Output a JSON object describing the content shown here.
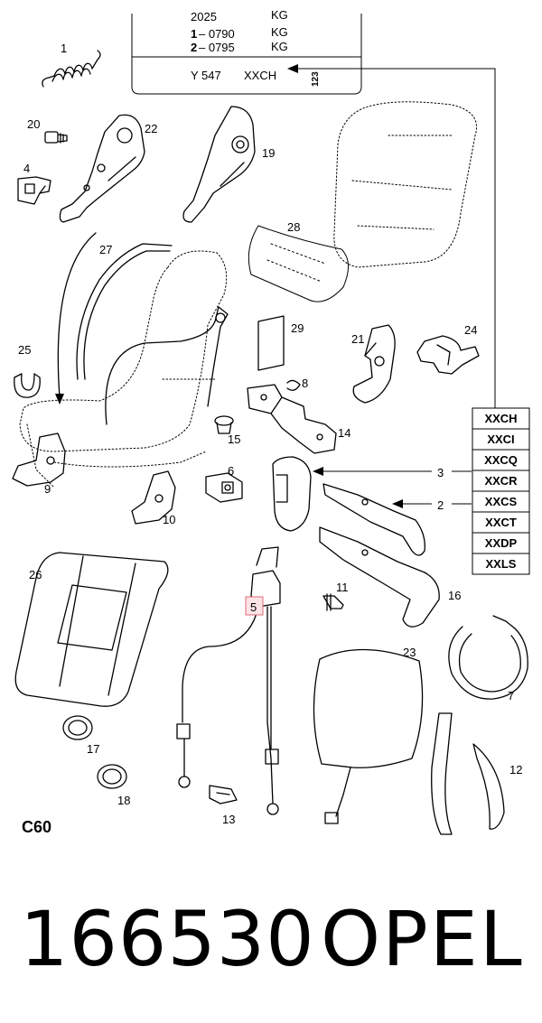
{
  "header_box": {
    "rows": [
      {
        "left": "2025",
        "right": "KG"
      },
      {
        "prefix": "1",
        "left": "– 0790",
        "right": "KG"
      },
      {
        "prefix": "2",
        "left": "– 0795",
        "right": "KG"
      }
    ],
    "code_row": {
      "left": "Y 547",
      "right": "XXCH",
      "vertical": "123"
    }
  },
  "callouts": [
    "1",
    "20",
    "22",
    "19",
    "4",
    "28",
    "27",
    "25",
    "29",
    "21",
    "24",
    "8",
    "14",
    "15",
    "6",
    "9",
    "10",
    "3",
    "2",
    "26",
    "16",
    "5",
    "11",
    "23",
    "7",
    "17",
    "12",
    "18",
    "13"
  ],
  "code_column": [
    "XXCH",
    "XXCI",
    "XXCQ",
    "XXCR",
    "XXCS",
    "XXCT",
    "XXDP",
    "XXLS"
  ],
  "page_label": "C60",
  "footer": {
    "part_number": "166530",
    "brand": "OPEL"
  }
}
